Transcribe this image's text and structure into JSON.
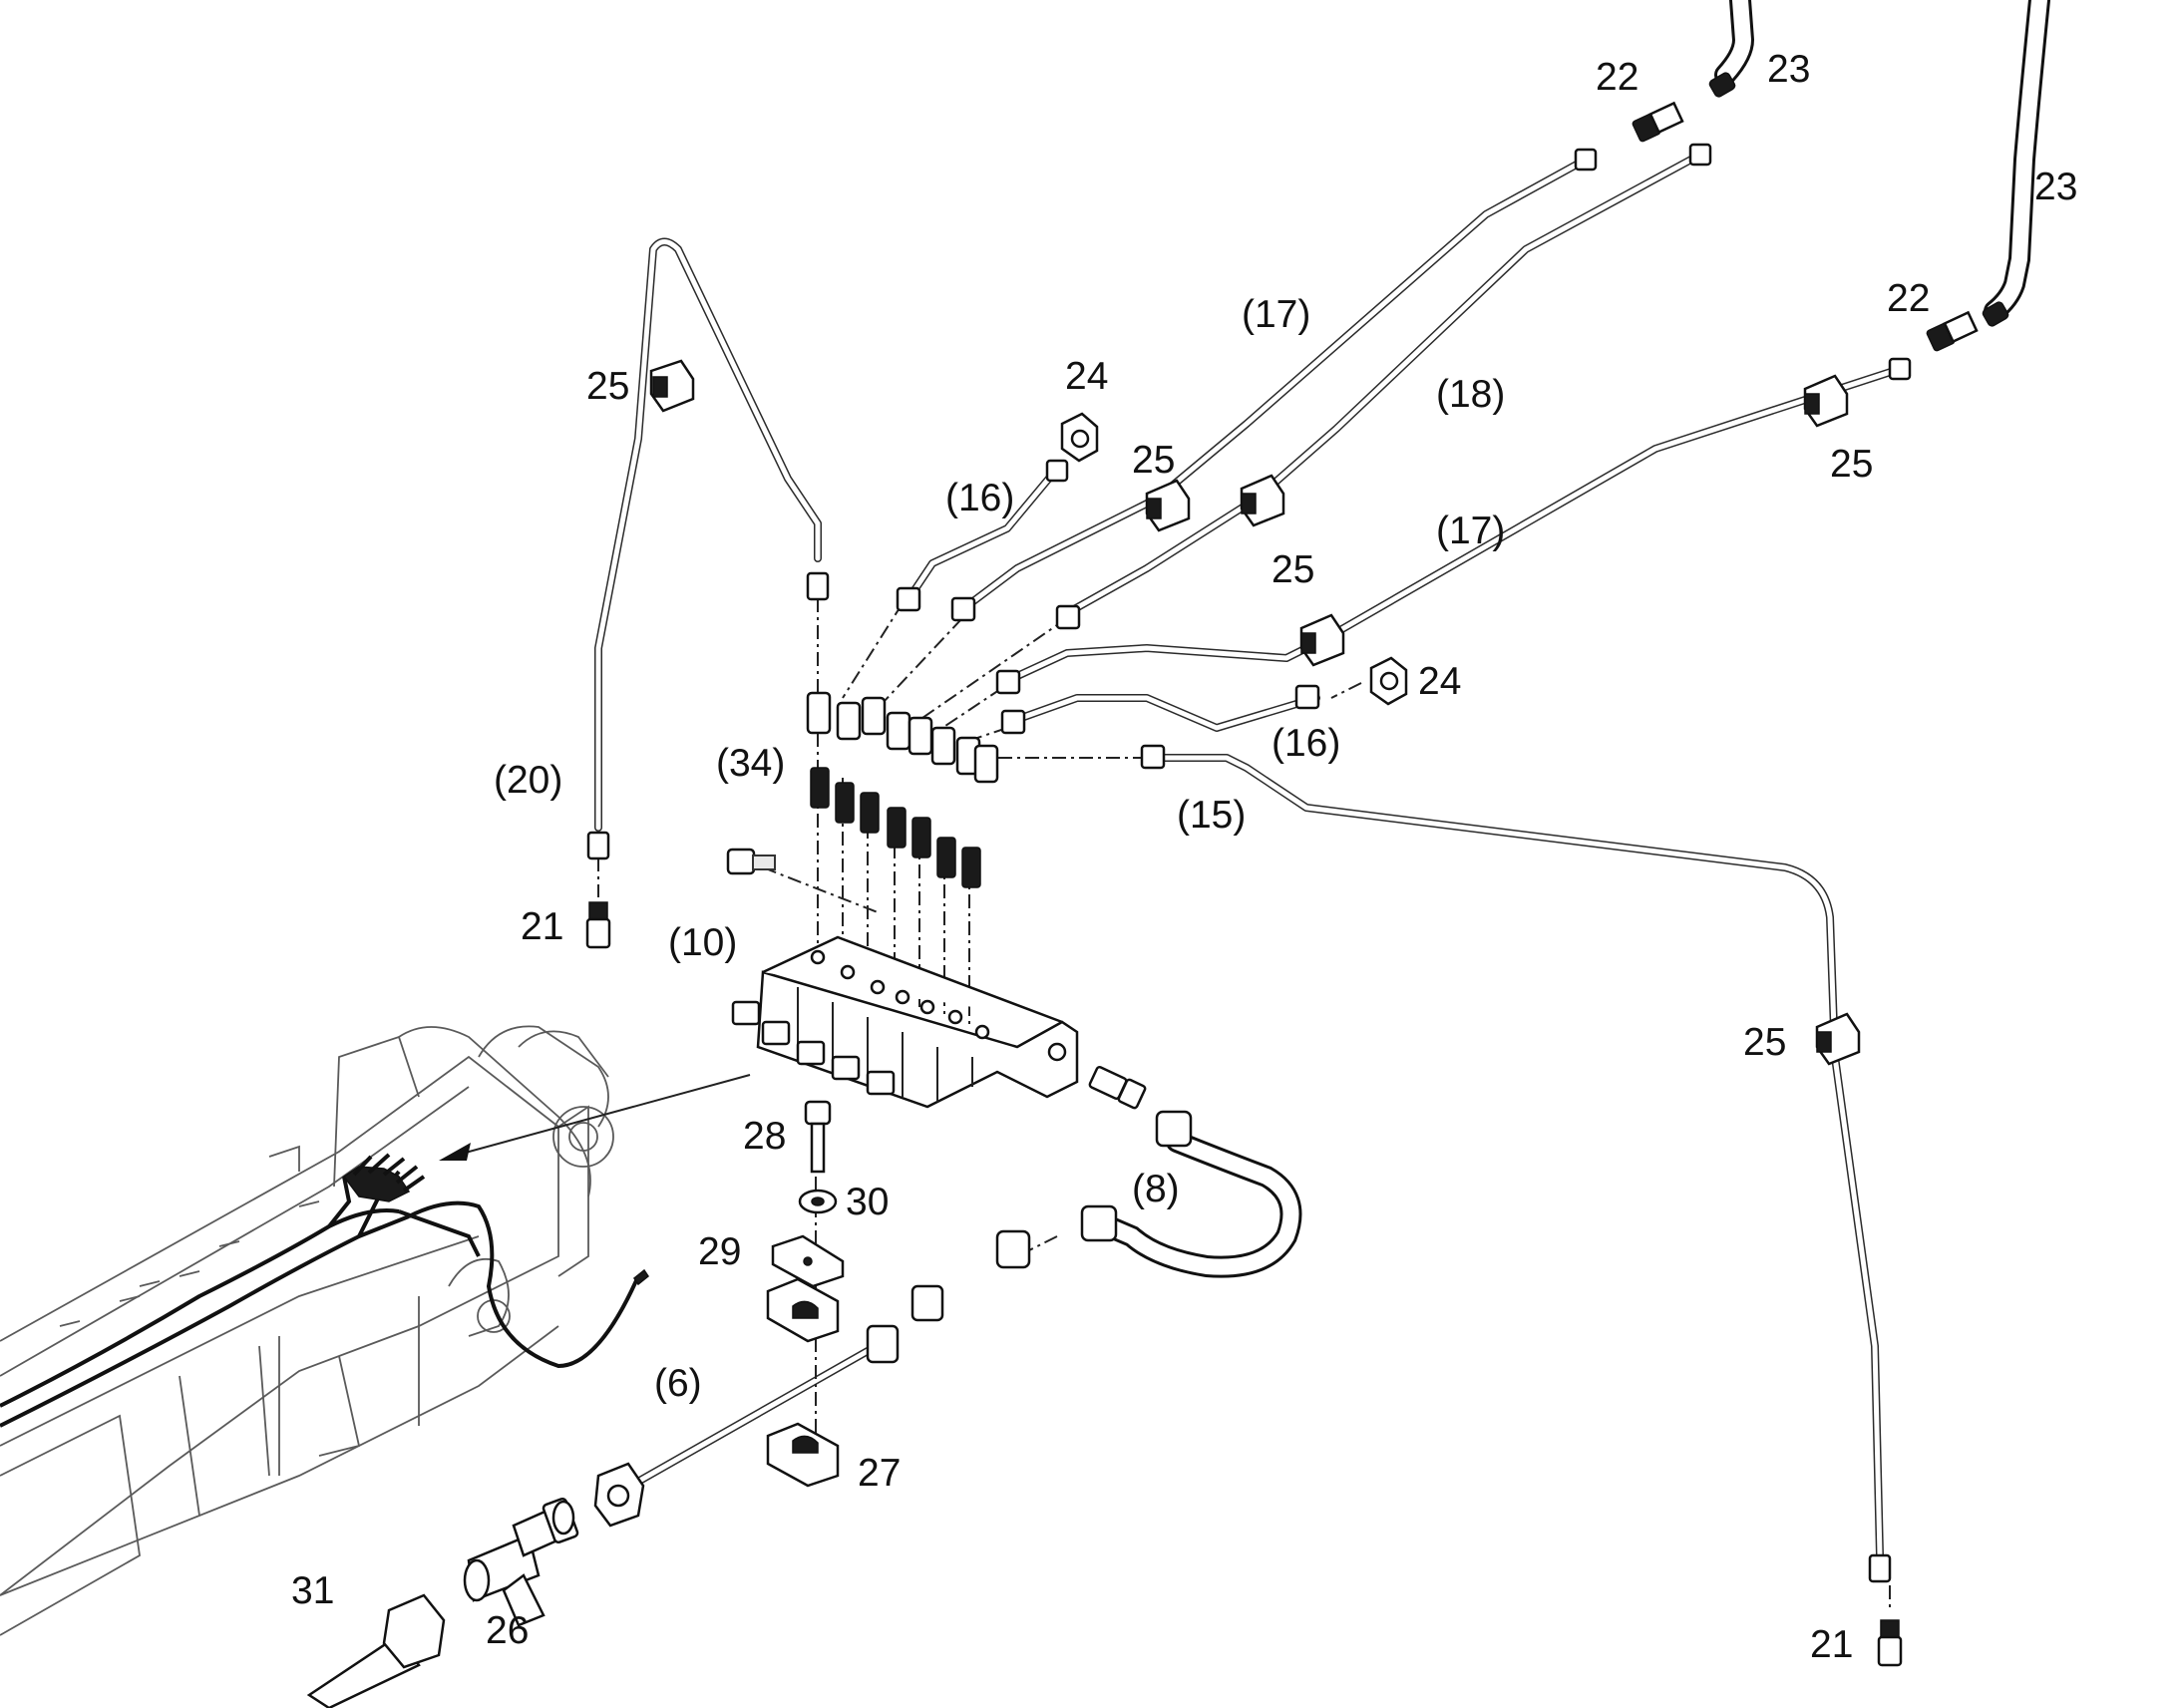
{
  "labels": {
    "l22a": "22",
    "l23a": "23",
    "l23b": "23",
    "l22b": "22",
    "l17a": "(17)",
    "l18": "(18)",
    "l25a": "25",
    "l24a": "24",
    "l25b": "25",
    "l16a": "(16)",
    "l25c": "25",
    "l17b": "(17)",
    "l25d": "25",
    "l24b": "24",
    "l16b": "(16)",
    "l34": "(34)",
    "l20": "(20)",
    "l15": "(15)",
    "l21a": "21",
    "l10": "(10)",
    "l25e": "25",
    "l28": "28",
    "l8": "(8)",
    "l30": "30",
    "l29": "29",
    "l6": "(6)",
    "l27": "27",
    "l31": "31",
    "l26": "26",
    "l21b": "21"
  }
}
